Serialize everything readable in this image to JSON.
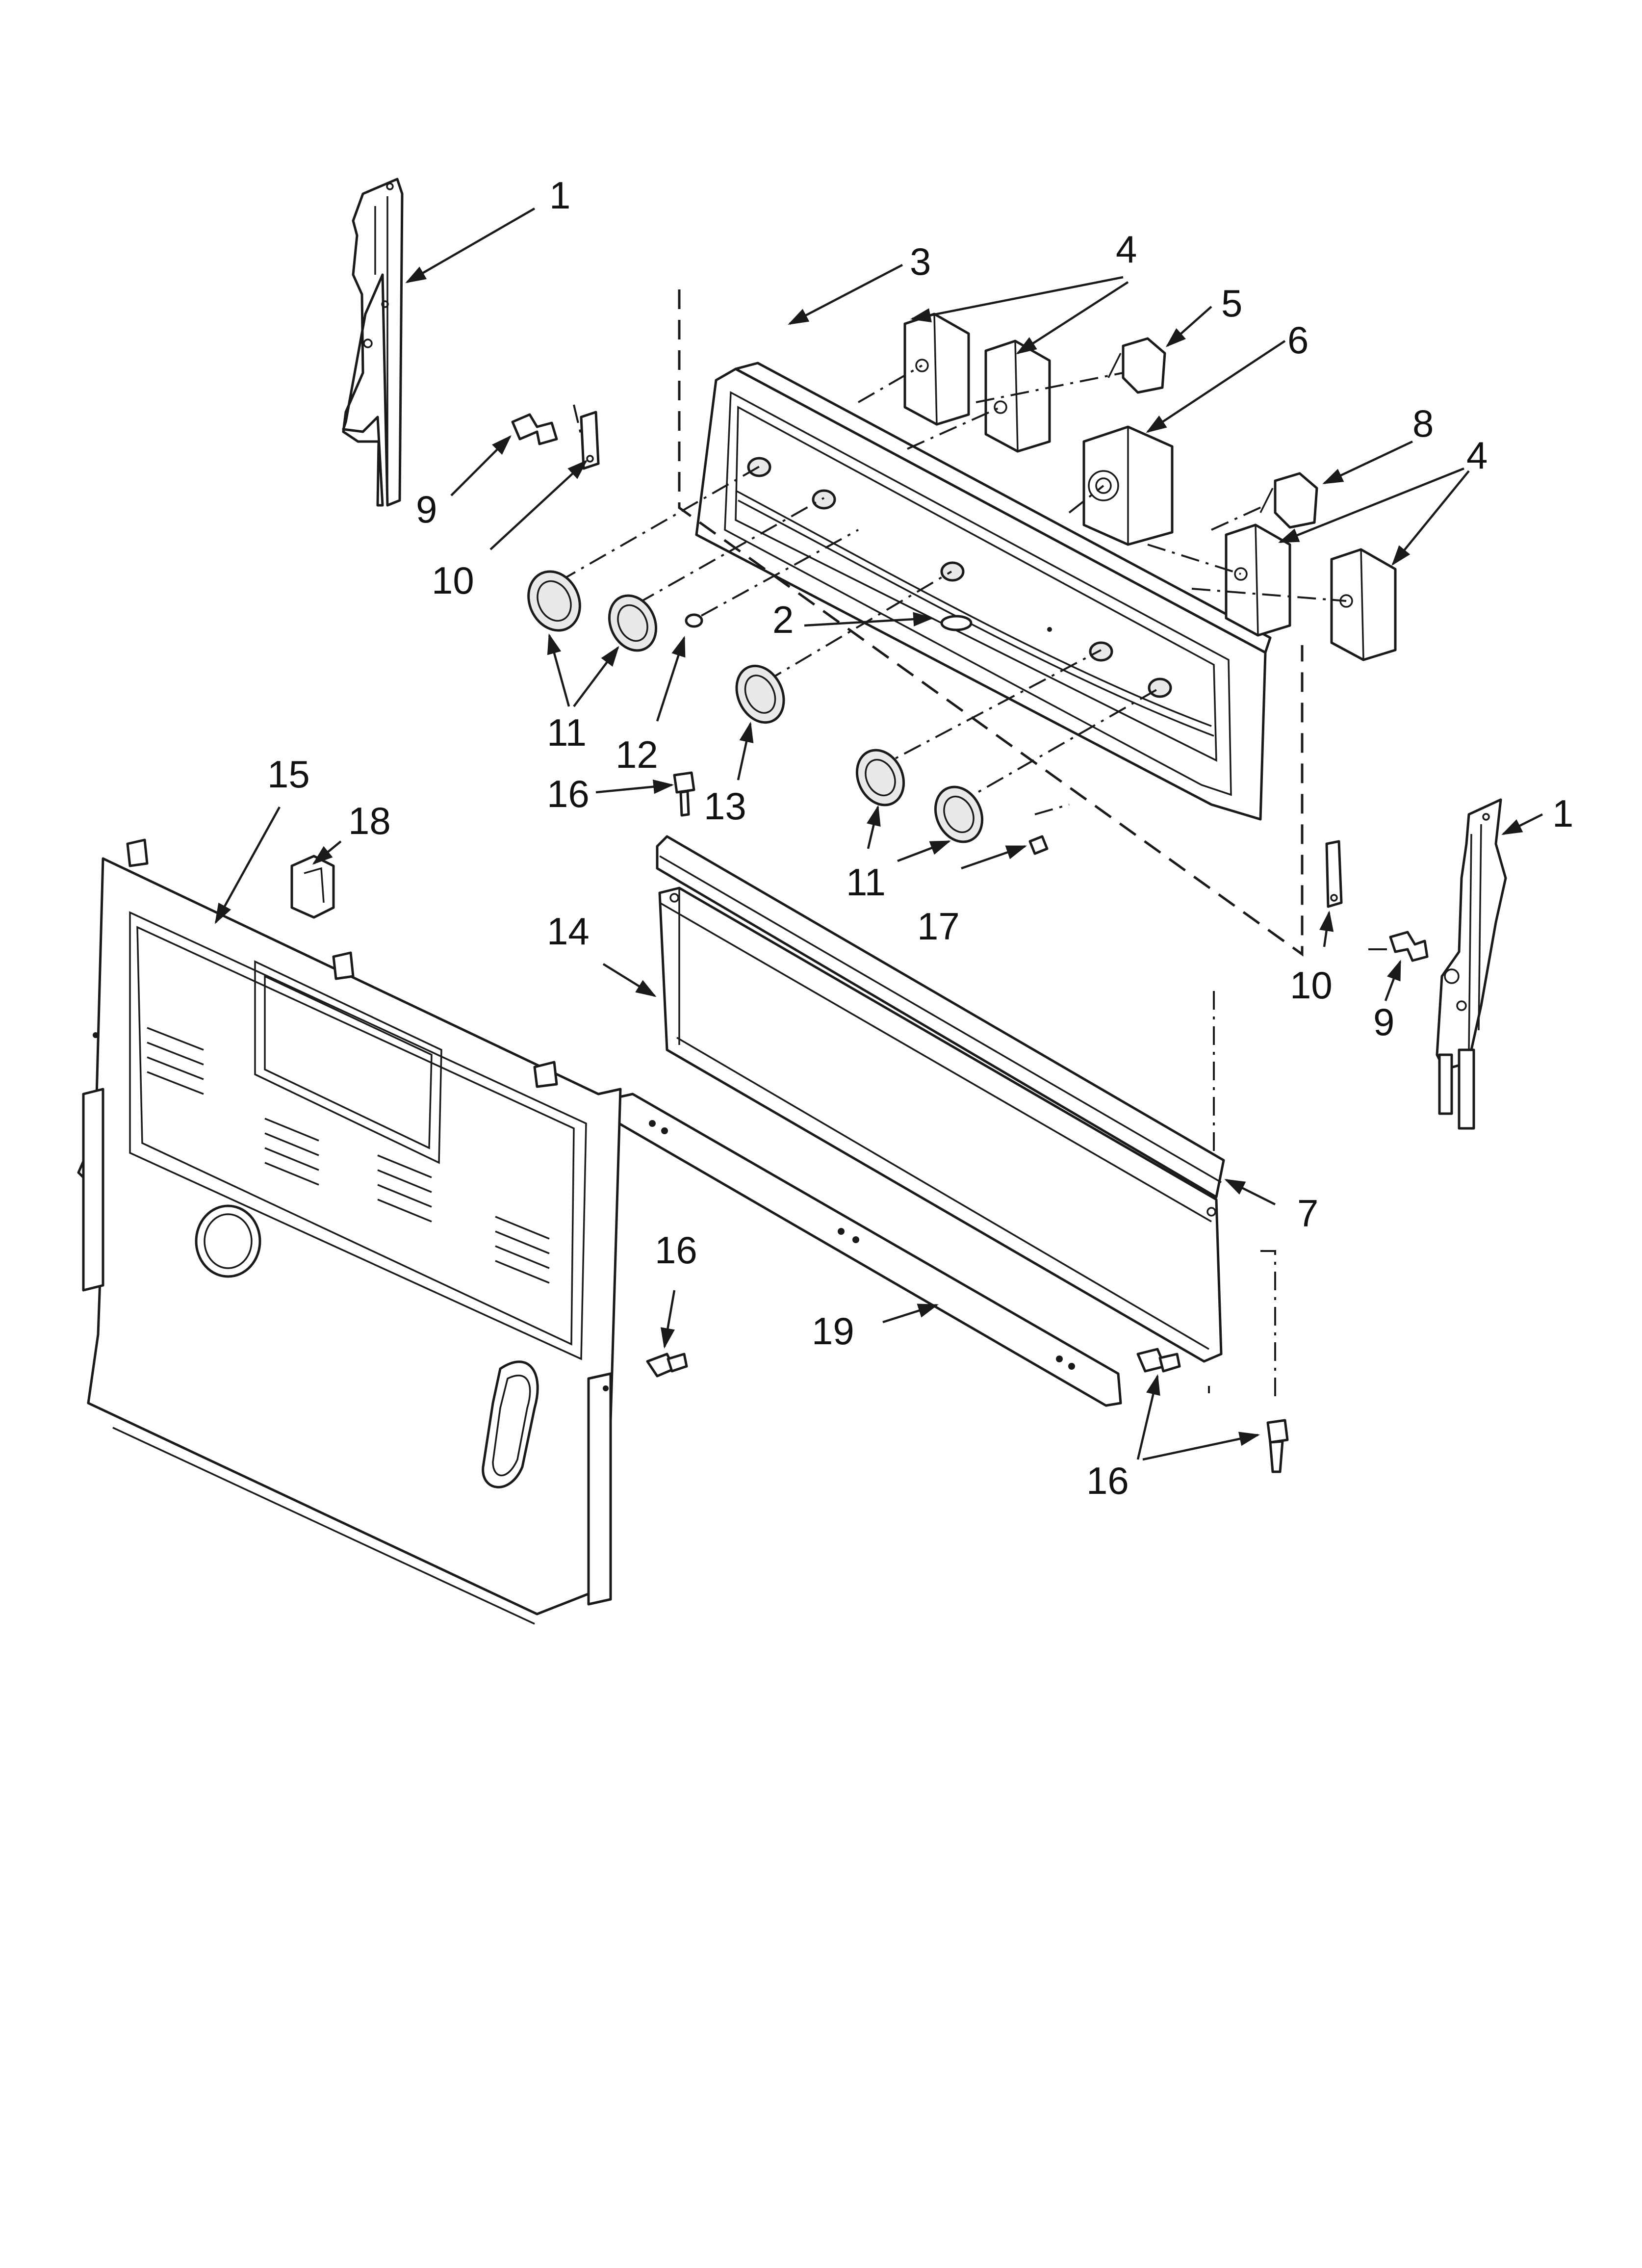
{
  "callouts": [
    {
      "id": "c1a",
      "text": "1"
    },
    {
      "id": "c1b",
      "text": "1"
    },
    {
      "id": "c2",
      "text": "2"
    },
    {
      "id": "c3",
      "text": "3"
    },
    {
      "id": "c4a",
      "text": "4"
    },
    {
      "id": "c4b",
      "text": "4"
    },
    {
      "id": "c5",
      "text": "5"
    },
    {
      "id": "c6",
      "text": "6"
    },
    {
      "id": "c7",
      "text": "7"
    },
    {
      "id": "c8",
      "text": "8"
    },
    {
      "id": "c9a",
      "text": "9"
    },
    {
      "id": "c9b",
      "text": "9"
    },
    {
      "id": "c10a",
      "text": "10"
    },
    {
      "id": "c10b",
      "text": "10"
    },
    {
      "id": "c11a",
      "text": "11"
    },
    {
      "id": "c11b",
      "text": "11"
    },
    {
      "id": "c12",
      "text": "12"
    },
    {
      "id": "c13",
      "text": "13"
    },
    {
      "id": "c14",
      "text": "14"
    },
    {
      "id": "c15",
      "text": "15"
    },
    {
      "id": "c16a",
      "text": "16"
    },
    {
      "id": "c16b",
      "text": "16"
    },
    {
      "id": "c16c",
      "text": "16"
    },
    {
      "id": "c17",
      "text": "17"
    },
    {
      "id": "c18",
      "text": "18"
    },
    {
      "id": "c19",
      "text": "19"
    }
  ]
}
